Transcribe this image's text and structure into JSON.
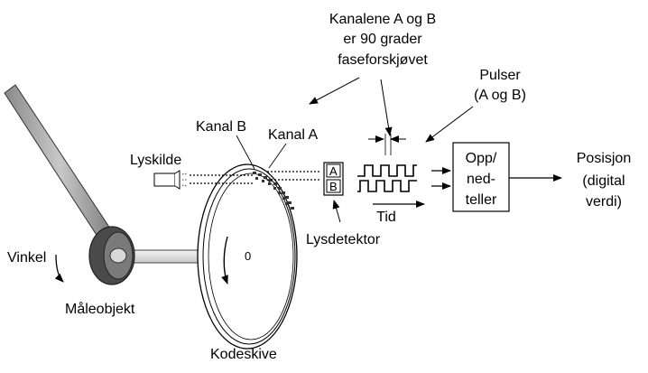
{
  "labels": {
    "phase_note": [
      "Kanalene A og B",
      "er 90 grader",
      "faseforskjøvet"
    ],
    "pulses": [
      "Pulser",
      "(A og B)"
    ],
    "channel_b": "Kanal B",
    "channel_a": "Kanal A",
    "light_source": "Lyskilde",
    "detector_a": "A",
    "detector_b": "B",
    "light_detector": "Lysdetektor",
    "time": "Tid",
    "counter": [
      "Opp/",
      "ned-",
      "teller"
    ],
    "position": [
      "Posisjon",
      "(digital",
      "verdi)"
    ],
    "angle": "Vinkel",
    "measured_object": "Måleobjekt",
    "code_disk": "Kodeskive",
    "disk_center": "0"
  }
}
